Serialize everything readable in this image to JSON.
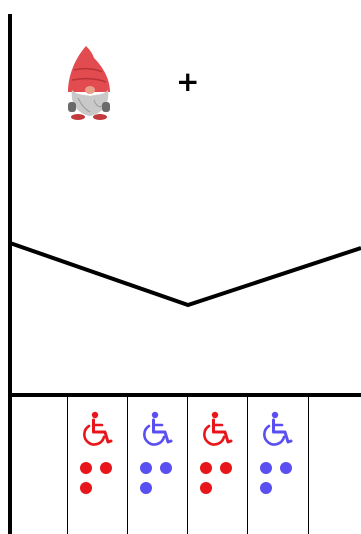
{
  "scene": {
    "character_icon": "gnome-icon",
    "operator_symbol": "+",
    "operator_icon": "plus-icon"
  },
  "colors": {
    "red": "#e8161a",
    "blue": "#5a4ff0",
    "line": "#000000",
    "gnome_hat": "#e24b4f",
    "gnome_beard": "#c9c9c9"
  },
  "cards": [
    {
      "icon": "wheelchair-icon",
      "color": "red",
      "count": 3
    },
    {
      "icon": "wheelchair-icon",
      "color": "blue",
      "count": 3
    },
    {
      "icon": "wheelchair-icon",
      "color": "red",
      "count": 3
    },
    {
      "icon": "wheelchair-icon",
      "color": "blue",
      "count": 3
    }
  ]
}
